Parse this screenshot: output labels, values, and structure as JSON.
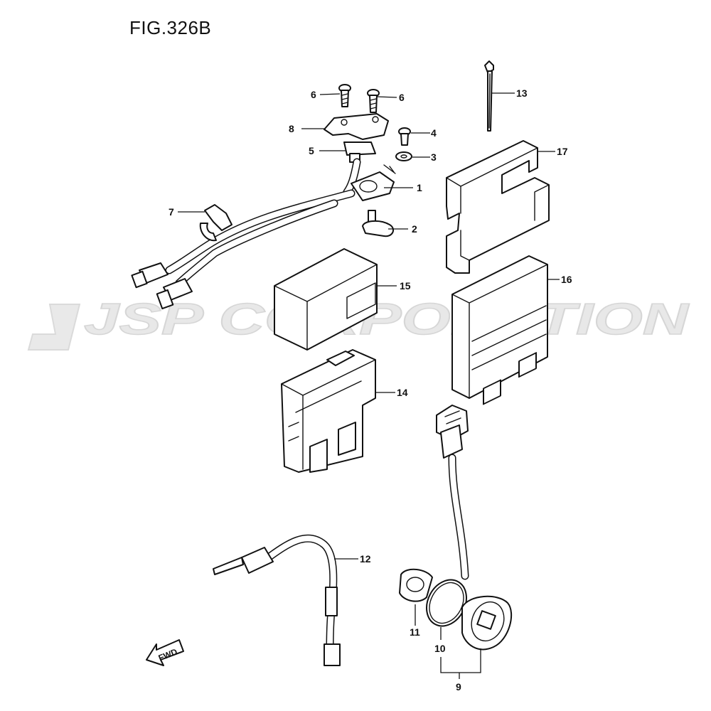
{
  "figure": {
    "title": "FIG.326B"
  },
  "watermark": {
    "text": "JSP CORPORATION"
  },
  "direction_marker": {
    "label": "FWD"
  },
  "parts": [
    {
      "id": "p1",
      "number": "1"
    },
    {
      "id": "p2",
      "number": "2"
    },
    {
      "id": "p3",
      "number": "3"
    },
    {
      "id": "p4",
      "number": "4"
    },
    {
      "id": "p5",
      "number": "5"
    },
    {
      "id": "p6a",
      "number": "6"
    },
    {
      "id": "p6b",
      "number": "6"
    },
    {
      "id": "p7",
      "number": "7"
    },
    {
      "id": "p8",
      "number": "8"
    },
    {
      "id": "p9",
      "number": "9"
    },
    {
      "id": "p10",
      "number": "10"
    },
    {
      "id": "p11",
      "number": "11"
    },
    {
      "id": "p12",
      "number": "12"
    },
    {
      "id": "p13",
      "number": "13"
    },
    {
      "id": "p14",
      "number": "14"
    },
    {
      "id": "p15",
      "number": "15"
    },
    {
      "id": "p16",
      "number": "16"
    },
    {
      "id": "p17",
      "number": "17"
    }
  ],
  "colors": {
    "line": "#111111",
    "watermark": "#d9d9d9",
    "background": "#ffffff"
  }
}
